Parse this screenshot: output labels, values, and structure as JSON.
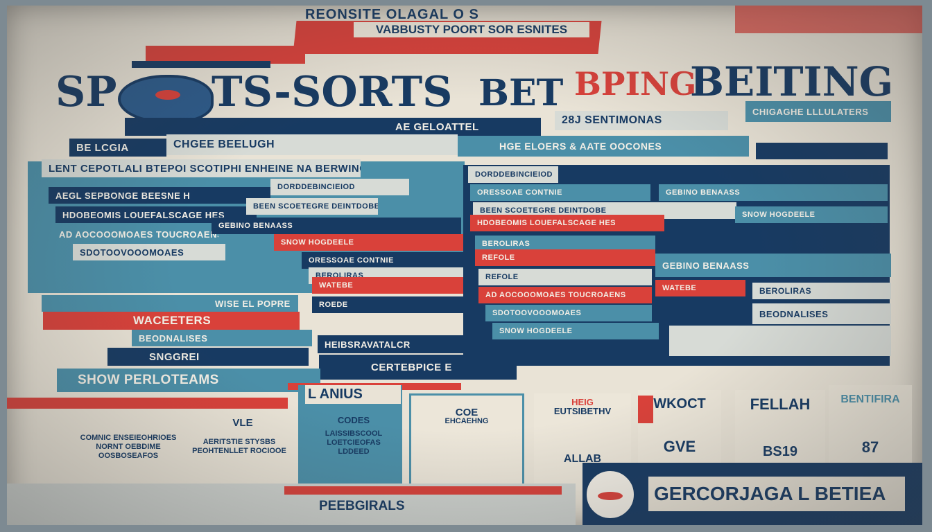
{
  "header": {
    "top_label": "REONSITE OLAGAL O S",
    "subtitle": "VABBUSTY POORT SOR ESNITES",
    "title_left": "SP",
    "title_mid": "TS-SORTS",
    "title_bet": "BET",
    "title_bpinc": "BPING",
    "title_right": "BEITING"
  },
  "sections": {
    "a": "AE GELOATTEL",
    "b": "28J  SENTIMONAS",
    "c": "CHIGAGHE LLLULATERS",
    "d": "BE LCGIA",
    "e": "CHGEE BEELUGH",
    "f": "HGE ELOERS & AATE OOCONES",
    "g": "LENT CEPOTLALI BTEPOI SCOTIPHI ENHEINE NA BERWING"
  },
  "rows": {
    "r1": "AEGL SEPBONGE BEESNE H",
    "r2": "HDOBEOMIS LOUEFALSCAGE HES",
    "r3": "AD AOCOOOMOAES TOUCROAENS",
    "r4": "SDOTOOVOOOMOAES",
    "r5": "BEEN SCOETEGRE DEINTDOBE",
    "r6": "WACEETERS",
    "r7": "SNGGREI",
    "r8": "SHOW PERLOTEAMS",
    "r9": "HEIBSRAVATALCR",
    "r10": "CERTEBPICE E",
    "r11": "WISE EL POPRE",
    "r12": "DORDDEBINCIEIOD",
    "r13": "BEROLIRAS",
    "r14": "BEODNALISES",
    "r15": "GEBINO BENAASS",
    "r16": "REFOLE",
    "r17": "WATEBE",
    "r18": "ROEDE",
    "r19": "SNOW HOGDEELE",
    "r20": "ORESSOAE CONTNIE"
  },
  "cards": {
    "c1_title": "L ANIUS",
    "c1_sub": "CODES",
    "c1_body": "LAISSIBSCOOL LOETCIEOFAS LDDEED",
    "c2_title": "COE",
    "c2_sub": "EHCAEHNG",
    "c3_title": "HEIG",
    "c3_sub": "EUTSIBETHV",
    "c4_title": "WKOCT",
    "c4_sub": "GVE",
    "c5_title": "FELLAH",
    "c5_sub": "BS19",
    "c6_title": "BENTIFIRA",
    "c6_sub": "87",
    "left_block": "COMNIC ENSEIEOHRIOES NORNT OEBDIME OOSBOSEAFOS",
    "vle": "VLE",
    "vle_body": "AERITSTIE STYSBS PEOHTENLLET ROCIOOE",
    "alle": "ALLAB"
  },
  "footer": {
    "left_label": "PEEBGIRALS",
    "right_label": "GERCORJAGA L BETIEA"
  },
  "colors": {
    "red": "#d9413a",
    "navy": "#173a62",
    "teal": "#4b8fa8",
    "paper": "#e9e3d6"
  }
}
